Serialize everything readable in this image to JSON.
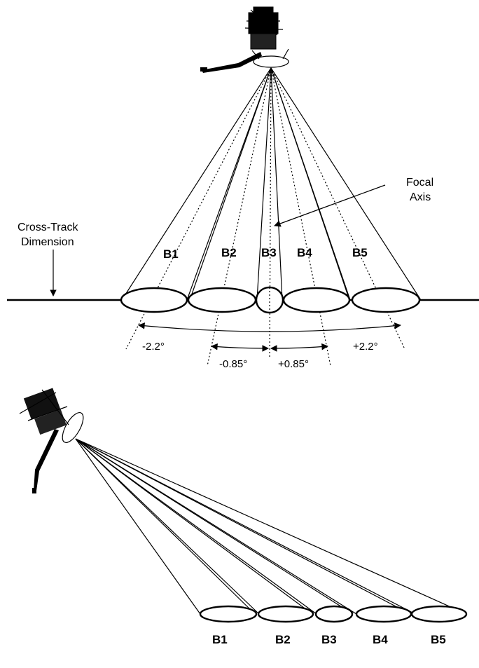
{
  "top_view": {
    "beams": [
      "B1",
      "B2",
      "B3",
      "B4",
      "B5"
    ],
    "focal_axis_label": [
      "Focal",
      "Axis"
    ],
    "cross_track_label": [
      "Cross-Track",
      "Dimension"
    ],
    "angles": {
      "minus_outer": "-2.2°",
      "plus_outer": "+2.2°",
      "minus_inner": "-0.85°",
      "plus_inner": "+0.85°"
    }
  },
  "oblique_view": {
    "beams": [
      "B1",
      "B2",
      "B3",
      "B4",
      "B5"
    ]
  }
}
